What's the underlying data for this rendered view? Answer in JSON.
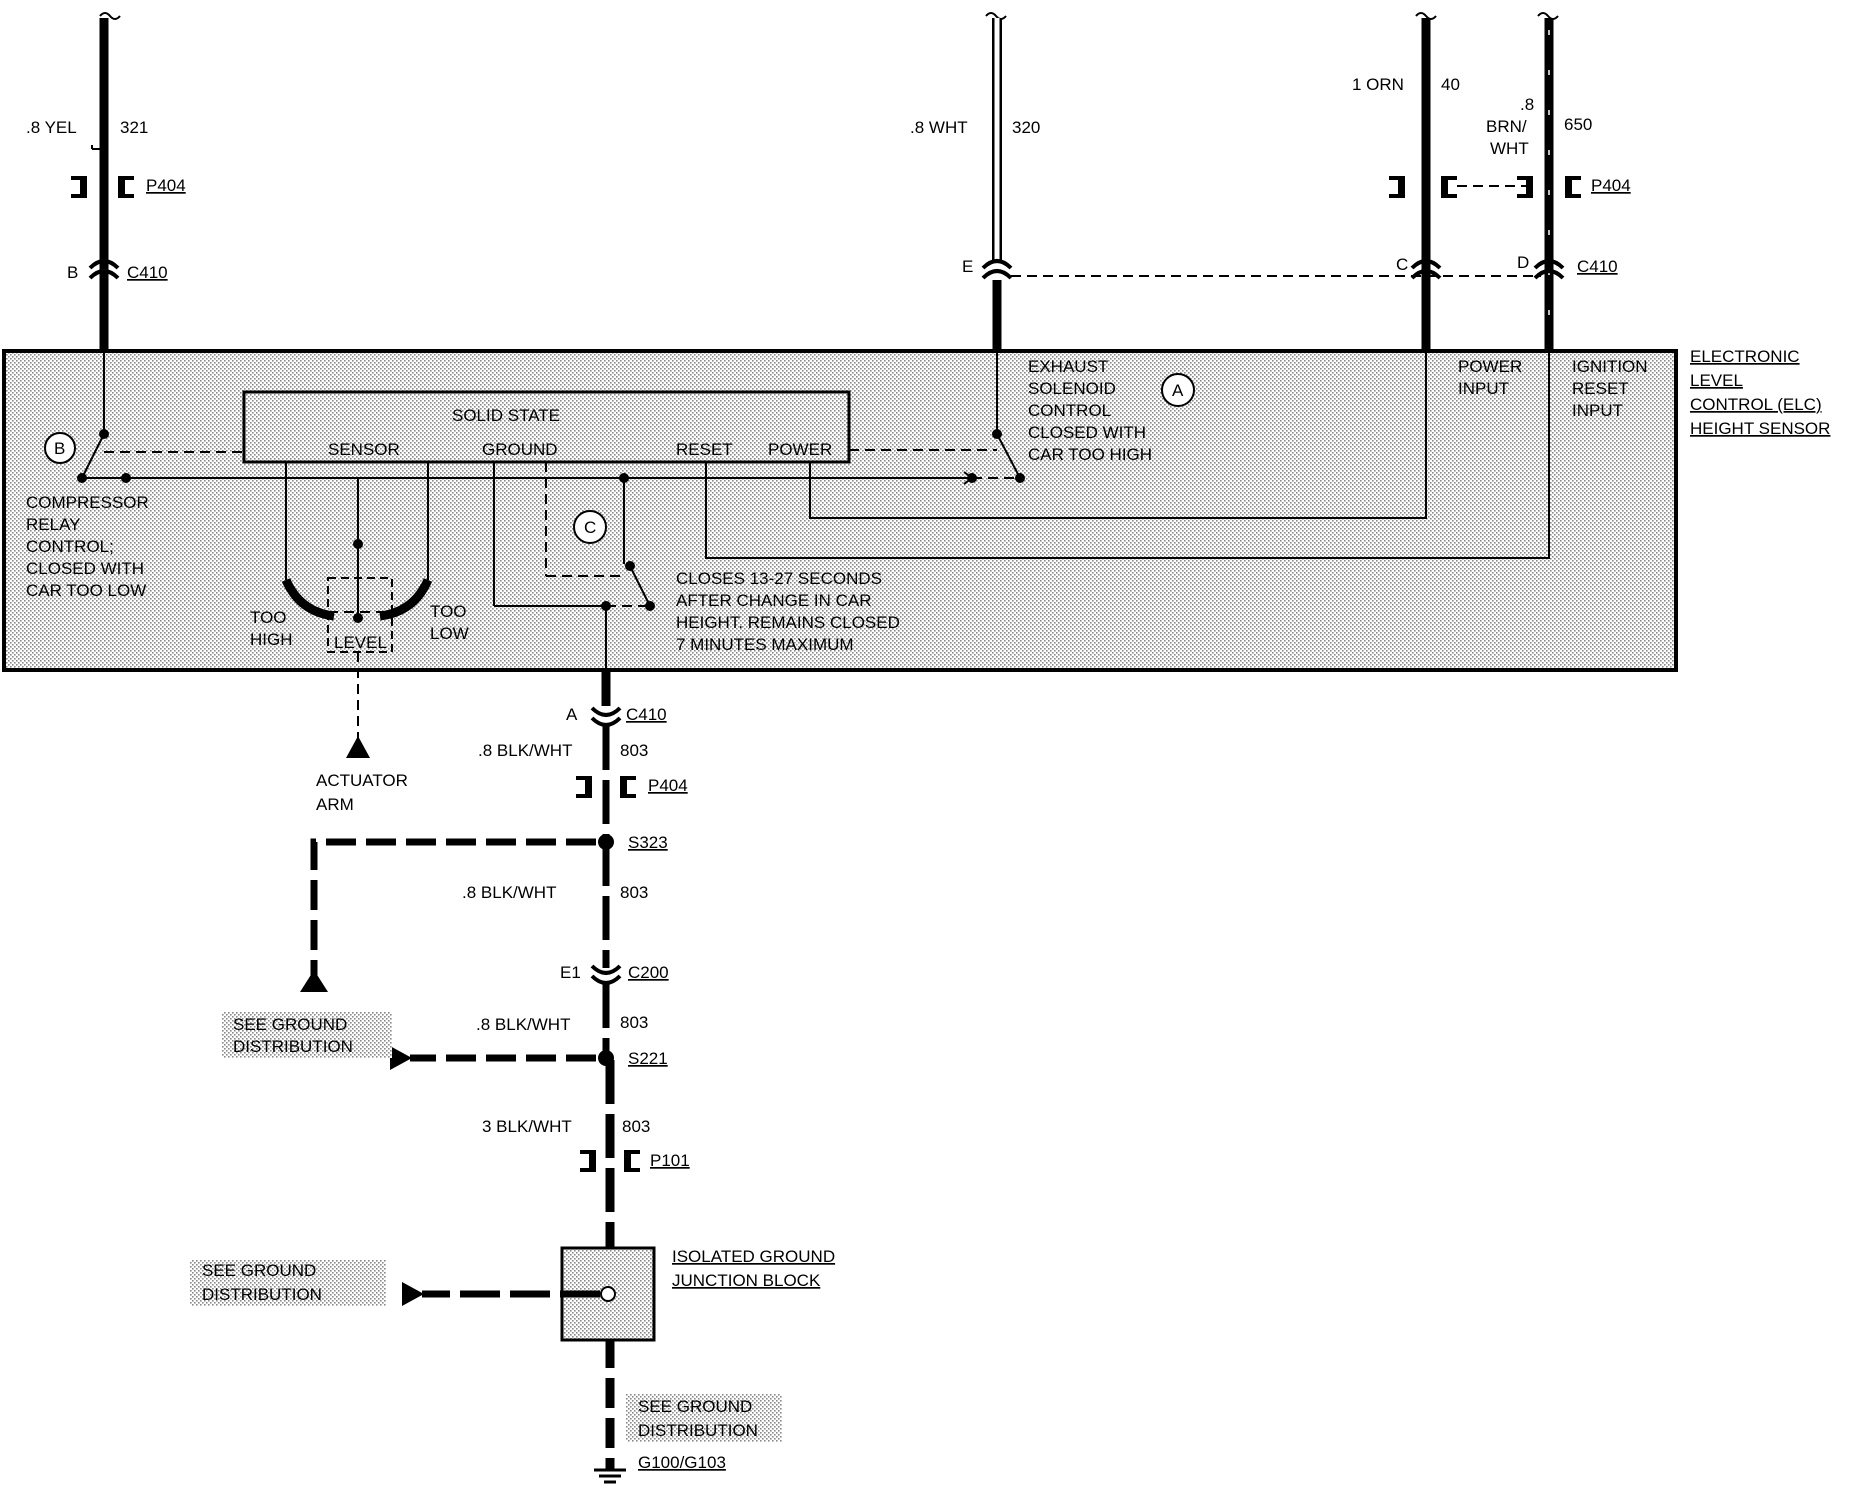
{
  "wires": {
    "yel": {
      "gauge_color": ".8 YEL",
      "circuit": "321",
      "connector_p": "P404",
      "pin": "B",
      "connector_c": "C410"
    },
    "wht": {
      "gauge_color": ".8 WHT",
      "circuit": "320",
      "pin": "E"
    },
    "orn": {
      "gauge_color": "1 ORN",
      "circuit": "40",
      "pin": "C"
    },
    "brn": {
      "gauge_line1": ".8",
      "gauge_line2": "BRN/",
      "gauge_line3": "WHT",
      "circuit": "650",
      "connector_p": "P404",
      "pin": "D",
      "connector_c": "C410"
    }
  },
  "module": {
    "title_line1": "ELECTRONIC",
    "title_line2": "LEVEL",
    "title_line3": "CONTROL (ELC)",
    "title_line4": "HEIGHT SENSOR",
    "solid_state": "SOLID STATE",
    "sensor": "SENSOR",
    "ground": "GROUND",
    "reset": "RESET",
    "power": "POWER",
    "exhaust_lines": [
      "EXHAUST",
      "SOLENOID",
      "CONTROL",
      "CLOSED WITH",
      "CAR TOO HIGH"
    ],
    "power_input_lines": [
      "POWER",
      "INPUT"
    ],
    "ignition_lines": [
      "IGNITION",
      "RESET",
      "INPUT"
    ],
    "compressor_lines": [
      "COMPRESSOR",
      "RELAY",
      "CONTROL;",
      "CLOSED WITH",
      "CAR TOO LOW"
    ],
    "too_high_lines": [
      "TOO",
      "HIGH"
    ],
    "too_low_lines": [
      "TOO",
      "LOW"
    ],
    "level": "LEVEL",
    "closes_lines": [
      "CLOSES 13-27 SECONDS",
      "AFTER CHANGE IN CAR",
      "HEIGHT. REMAINS CLOSED",
      "7 MINUTES MAXIMUM"
    ],
    "marker_a": "A",
    "marker_b": "B",
    "marker_c": "C"
  },
  "actuator_lines": [
    "ACTUATOR",
    "ARM"
  ],
  "ground_path": {
    "pin_a": "A",
    "c410": "C410",
    "w1_gauge": ".8 BLK/WHT",
    "w1_circuit": "803",
    "p404": "P404",
    "s323": "S323",
    "w2_gauge": ".8 BLK/WHT",
    "w2_circuit": "803",
    "pin_e1": "E1",
    "c200": "C200",
    "w3_gauge": ".8 BLK/WHT",
    "w3_circuit": "803",
    "s221": "S221",
    "w4_gauge": "3 BLK/WHT",
    "w4_circuit": "803",
    "p101": "P101",
    "junction_lines": [
      "ISOLATED GROUND",
      "JUNCTION BLOCK"
    ],
    "ground_ref": "G100/G103"
  },
  "see_ground": [
    "SEE GROUND",
    "DISTRIBUTION"
  ]
}
